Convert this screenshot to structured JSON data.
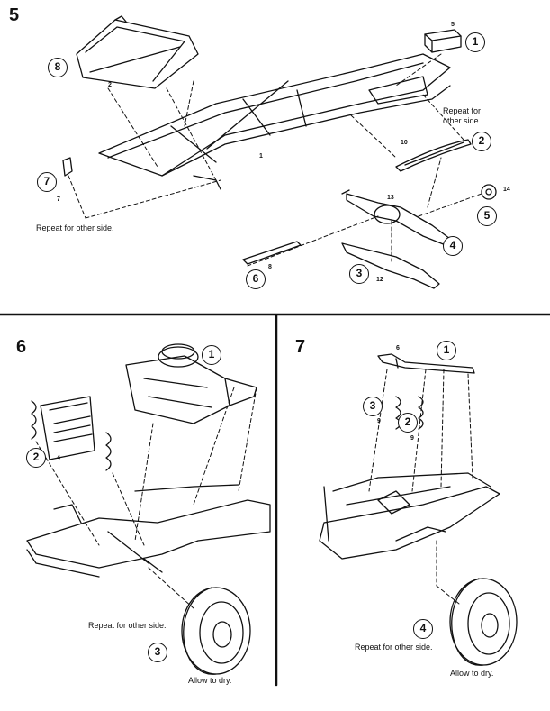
{
  "steps": {
    "s5": "5",
    "s6": "6",
    "s7": "7"
  },
  "step5": {
    "callouts": [
      "1",
      "2",
      "4",
      "5",
      "3",
      "6",
      "7",
      "8"
    ],
    "parts": [
      "5",
      "10",
      "13",
      "14",
      "12",
      "8",
      "7",
      "2",
      "1"
    ],
    "repeat_right": "Repeat for\nother side.",
    "repeat_left": "Repeat for other side."
  },
  "step6": {
    "callouts": [
      "1",
      "2",
      "3"
    ],
    "parts": [
      "4"
    ],
    "repeat": "Repeat for other side.",
    "allow": "Allow to dry."
  },
  "step7": {
    "callouts": [
      "1",
      "3",
      "2",
      "4"
    ],
    "parts": [
      "6",
      "9",
      "9"
    ],
    "repeat": "Repeat for other side.",
    "allow": "Allow to dry."
  }
}
